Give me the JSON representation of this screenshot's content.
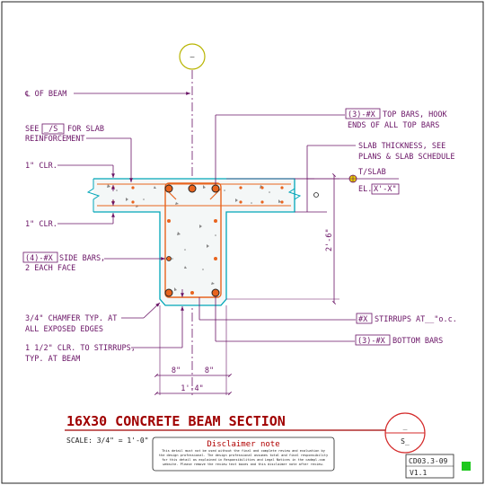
{
  "labels": {
    "centerline": "℄ OF BEAM",
    "slab_ref_line1_pre": "SEE",
    "slab_ref_box": "_/S_",
    "slab_ref_line1_post": "FOR SLAB",
    "slab_ref_line2": "REINFORCEMENT",
    "clr_top": "1\" CLR.",
    "clr_bottom": "1\" CLR.",
    "side_bars_box": "(4)-#X",
    "side_bars_text": "SIDE BARS,",
    "side_bars_line2": "2 EACH FACE",
    "chamfer_line1": "3/4\" CHAMFER TYP. AT",
    "chamfer_line2": "ALL EXPOSED EDGES",
    "stirrup_clr_line1": "1 1/2\" CLR. TO STIRRUPS,",
    "stirrup_clr_line2": "TYP. AT BEAM",
    "top_bars_box": "(3)-#X",
    "top_bars_text": "TOP BARS, HOOK",
    "top_bars_line2": "ENDS OF ALL TOP BARS",
    "slab_thk_line1": "SLAB THICKNESS, SEE",
    "slab_thk_line2": "PLANS & SLAB SCHEDULE",
    "tslab": "T/SLAB",
    "el_pre": "EL.",
    "el_box": "X'-X\"",
    "stirrups_box": "#X",
    "stirrups_text": "STIRRUPS AT",
    "stirrups_spacing": "__\"o.c.",
    "bottom_bars_box": "(3)-#X",
    "bottom_bars_text": "BOTTOM BARS"
  },
  "dims": {
    "depth": "2'-6\"",
    "half_left": "8\"",
    "half_right": "8\"",
    "width": "1'-4\""
  },
  "grid_bubble": "—",
  "title": "16X30 CONCRETE BEAM SECTION",
  "scale": "SCALE: 3/4\" = 1'-0\"",
  "disclaimer": {
    "heading": "Disclaimer note",
    "lines": [
      "This detail must not be used without the final and complete review and evaluation by",
      "the design professional. The design professional assumes total and final responsibility",
      "for this detail as explained in Responsibilities and Legal Notices in the cadmpl.com",
      "website. Please remove the review text boxes and this disclaimer note after review."
    ]
  },
  "section_bubble": {
    "top": "_",
    "bottom": "S_"
  },
  "detail_number": "CD03.3-09",
  "version": "V1.1",
  "colors": {
    "annotation": "#6a1466",
    "concrete_outline": "#00a6b8",
    "rebar": "#e8641e",
    "title": "#a00000",
    "status": "#1ec81e",
    "bubble": "#d42a2a"
  }
}
